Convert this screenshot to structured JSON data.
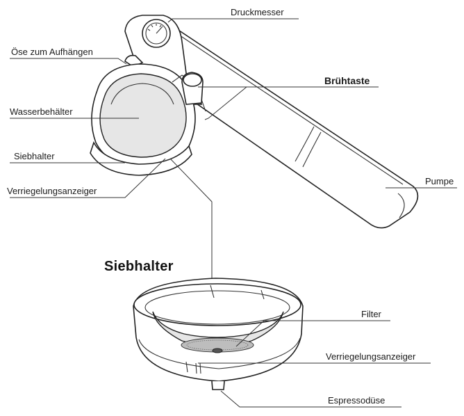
{
  "labels": {
    "druckmesser": "Druckmesser",
    "oese": "Öse zum Aufhängen",
    "bruehtaste": "Brühtaste",
    "wasserbehaelter": "Wasserbehälter",
    "siebhalter_top": "Siebhalter",
    "verriegelung_top": "Verriegelungsanzeiger",
    "pumpe": "Pumpe",
    "section_title": "Siebhalter",
    "filter": "Filter",
    "verriegelung_bottom": "Verriegelungsanzeiger",
    "espressoduese": "Espressodüse"
  }
}
